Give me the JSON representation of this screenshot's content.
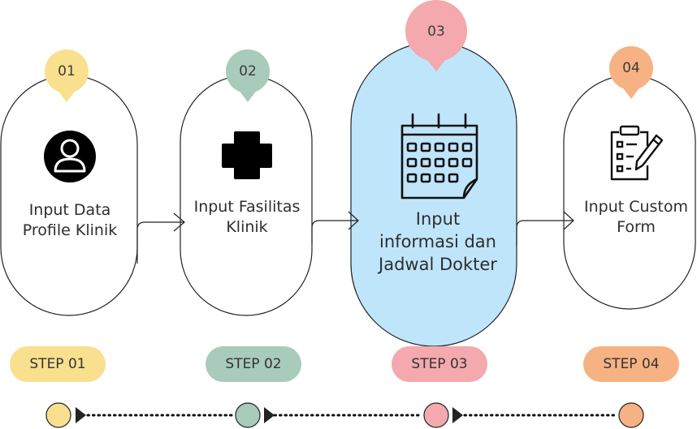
{
  "colors": {
    "step1": "#f8e08f",
    "step2": "#a8cbbb",
    "step3": "#f3a9ad",
    "step4": "#f6b283",
    "highlight": "#bfe5fb"
  },
  "steps": [
    {
      "number": "01",
      "title": "Input Data Profile Klinik",
      "pill": "STEP 01",
      "icon": "user-icon"
    },
    {
      "number": "02",
      "title": "Input Fasilitas Klinik",
      "pill": "STEP 02",
      "icon": "plus-icon"
    },
    {
      "number": "03",
      "title": "Input informasi dan Jadwal Dokter",
      "pill": "STEP 03",
      "icon": "calendar-icon"
    },
    {
      "number": "04",
      "title": "Input Custom Form",
      "pill": "STEP 04",
      "icon": "clipboard-icon"
    }
  ]
}
